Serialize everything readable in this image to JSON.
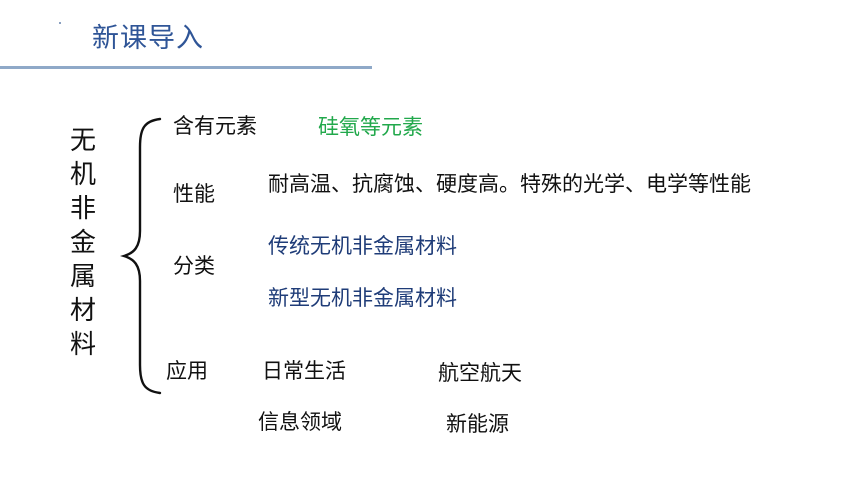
{
  "slide": {
    "title": "新课导入",
    "vertical_title": [
      "无",
      "机",
      "非",
      "金",
      "属",
      "材",
      "料"
    ],
    "rows": {
      "composition": {
        "label": "含有元素",
        "value": "硅氧等元素"
      },
      "properties": {
        "label": "性能",
        "value": "耐高温、抗腐蚀、硬度高。特殊的光学、电学等性能"
      },
      "classification": {
        "label": "分类",
        "items": [
          "传统无机非金属材料",
          "新型无机非金属材料"
        ]
      },
      "applications": {
        "label": "应用",
        "items": [
          "日常生活",
          "航空航天",
          "信息领域",
          "新能源"
        ]
      }
    }
  },
  "colors": {
    "title": "#2f5597",
    "rule": "#8fa9c8",
    "green": "#21a84b",
    "navy": "#1f3c78"
  }
}
